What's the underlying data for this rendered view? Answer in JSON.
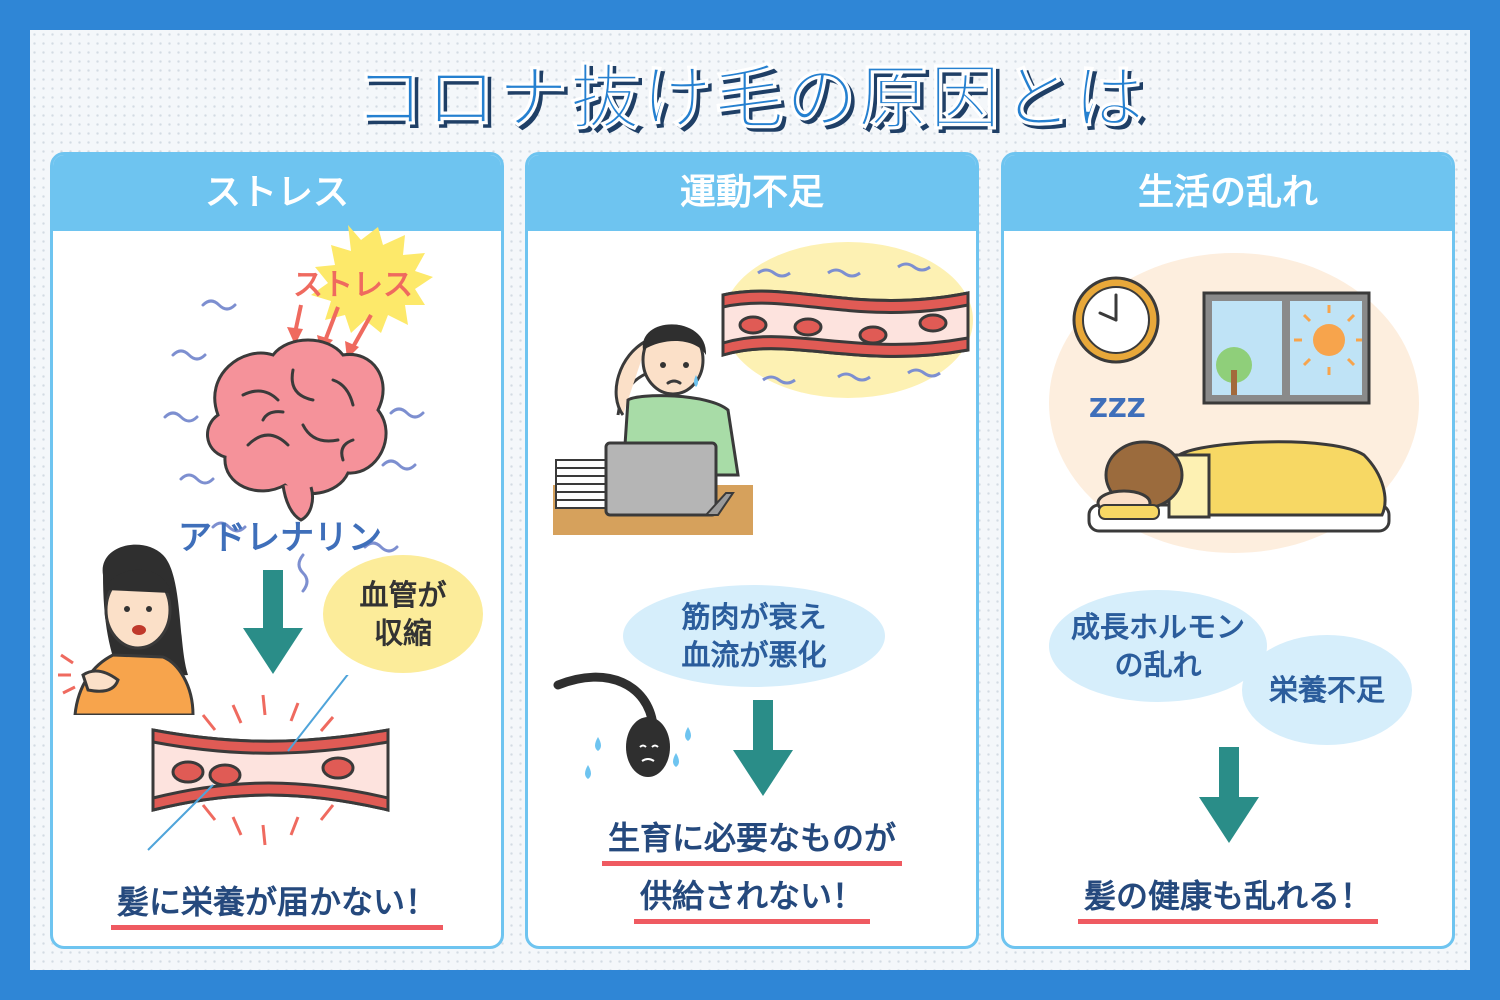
{
  "title": "コロナ抜け毛の原因とは",
  "panels": [
    {
      "heading": "ストレス",
      "burst_text": "ストレス",
      "hormone": "アドレナリン",
      "bubble": "血管が\n収縮",
      "result": "髪に栄養が届かない！"
    },
    {
      "heading": "運動不足",
      "bubble": "筋肉が衰え\n血流が悪化",
      "result_line1": "生育に必要なものが",
      "result_line2": "供給されない！"
    },
    {
      "heading": "生活の乱れ",
      "bubble1": "成長ホルモン\nの乱れ",
      "bubble2": "栄養不足",
      "zzz": "ZZZ",
      "result": "髪の健康も乱れる！"
    }
  ],
  "colors": {
    "frame": "#2f86d6",
    "title": "#2580d0",
    "panel_header": "#6ec4f0",
    "arrow": "#2a8d88",
    "underline": "#ef5a61"
  }
}
